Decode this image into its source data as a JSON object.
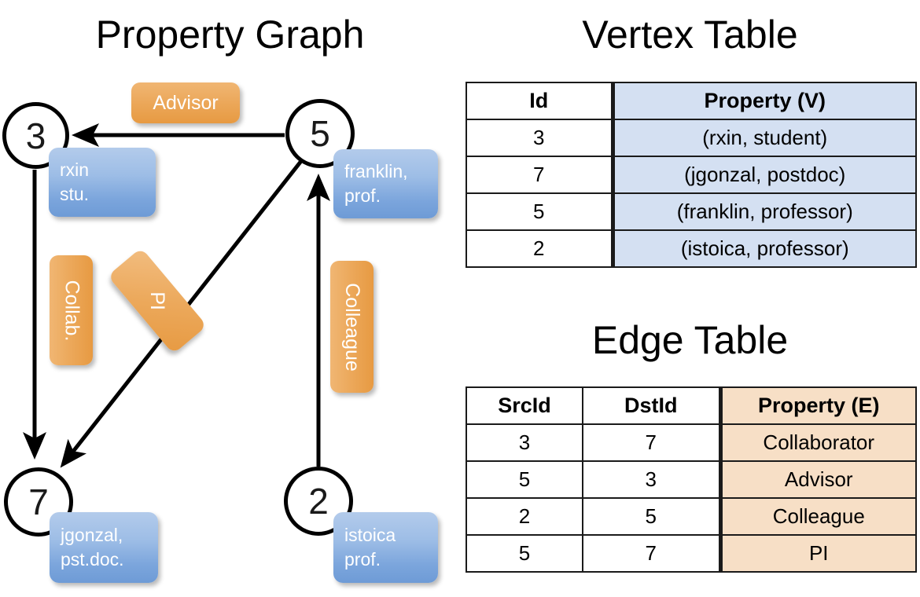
{
  "titles": {
    "property_graph": "Property Graph",
    "vertex_table": "Vertex Table",
    "edge_table": "Edge Table"
  },
  "colors": {
    "vertex_property_fill": "#d4e0f2",
    "edge_property_fill": "#f7dfc6",
    "callout_blue": "#7ba5dc",
    "callout_orange": "#eca95c",
    "stroke": "#000000"
  },
  "graph": {
    "vertices": [
      {
        "id": "3",
        "property_lines": [
          "rxin",
          "stu."
        ]
      },
      {
        "id": "5",
        "property_lines": [
          "franklin,",
          "prof."
        ]
      },
      {
        "id": "7",
        "property_lines": [
          "jgonzal,",
          "pst.doc."
        ]
      },
      {
        "id": "2",
        "property_lines": [
          "istoica",
          "prof."
        ]
      }
    ],
    "edge_labels": [
      {
        "name": "advisor",
        "text": "Advisor"
      },
      {
        "name": "collab",
        "text": "Collab."
      },
      {
        "name": "pi",
        "text": "PI"
      },
      {
        "name": "colleague",
        "text": "Colleague"
      }
    ]
  },
  "vertex_table": {
    "headers": [
      "Id",
      "Property (V)"
    ],
    "rows": [
      {
        "id": "3",
        "property": "(rxin, student)"
      },
      {
        "id": "7",
        "property": "(jgonzal, postdoc)"
      },
      {
        "id": "5",
        "property": "(franklin, professor)"
      },
      {
        "id": "2",
        "property": "(istoica, professor)"
      }
    ]
  },
  "edge_table": {
    "headers": [
      "SrcId",
      "DstId",
      "Property (E)"
    ],
    "rows": [
      {
        "src": "3",
        "dst": "7",
        "property": "Collaborator"
      },
      {
        "src": "5",
        "dst": "3",
        "property": "Advisor"
      },
      {
        "src": "2",
        "dst": "5",
        "property": "Colleague"
      },
      {
        "src": "5",
        "dst": "7",
        "property": "PI"
      }
    ]
  }
}
